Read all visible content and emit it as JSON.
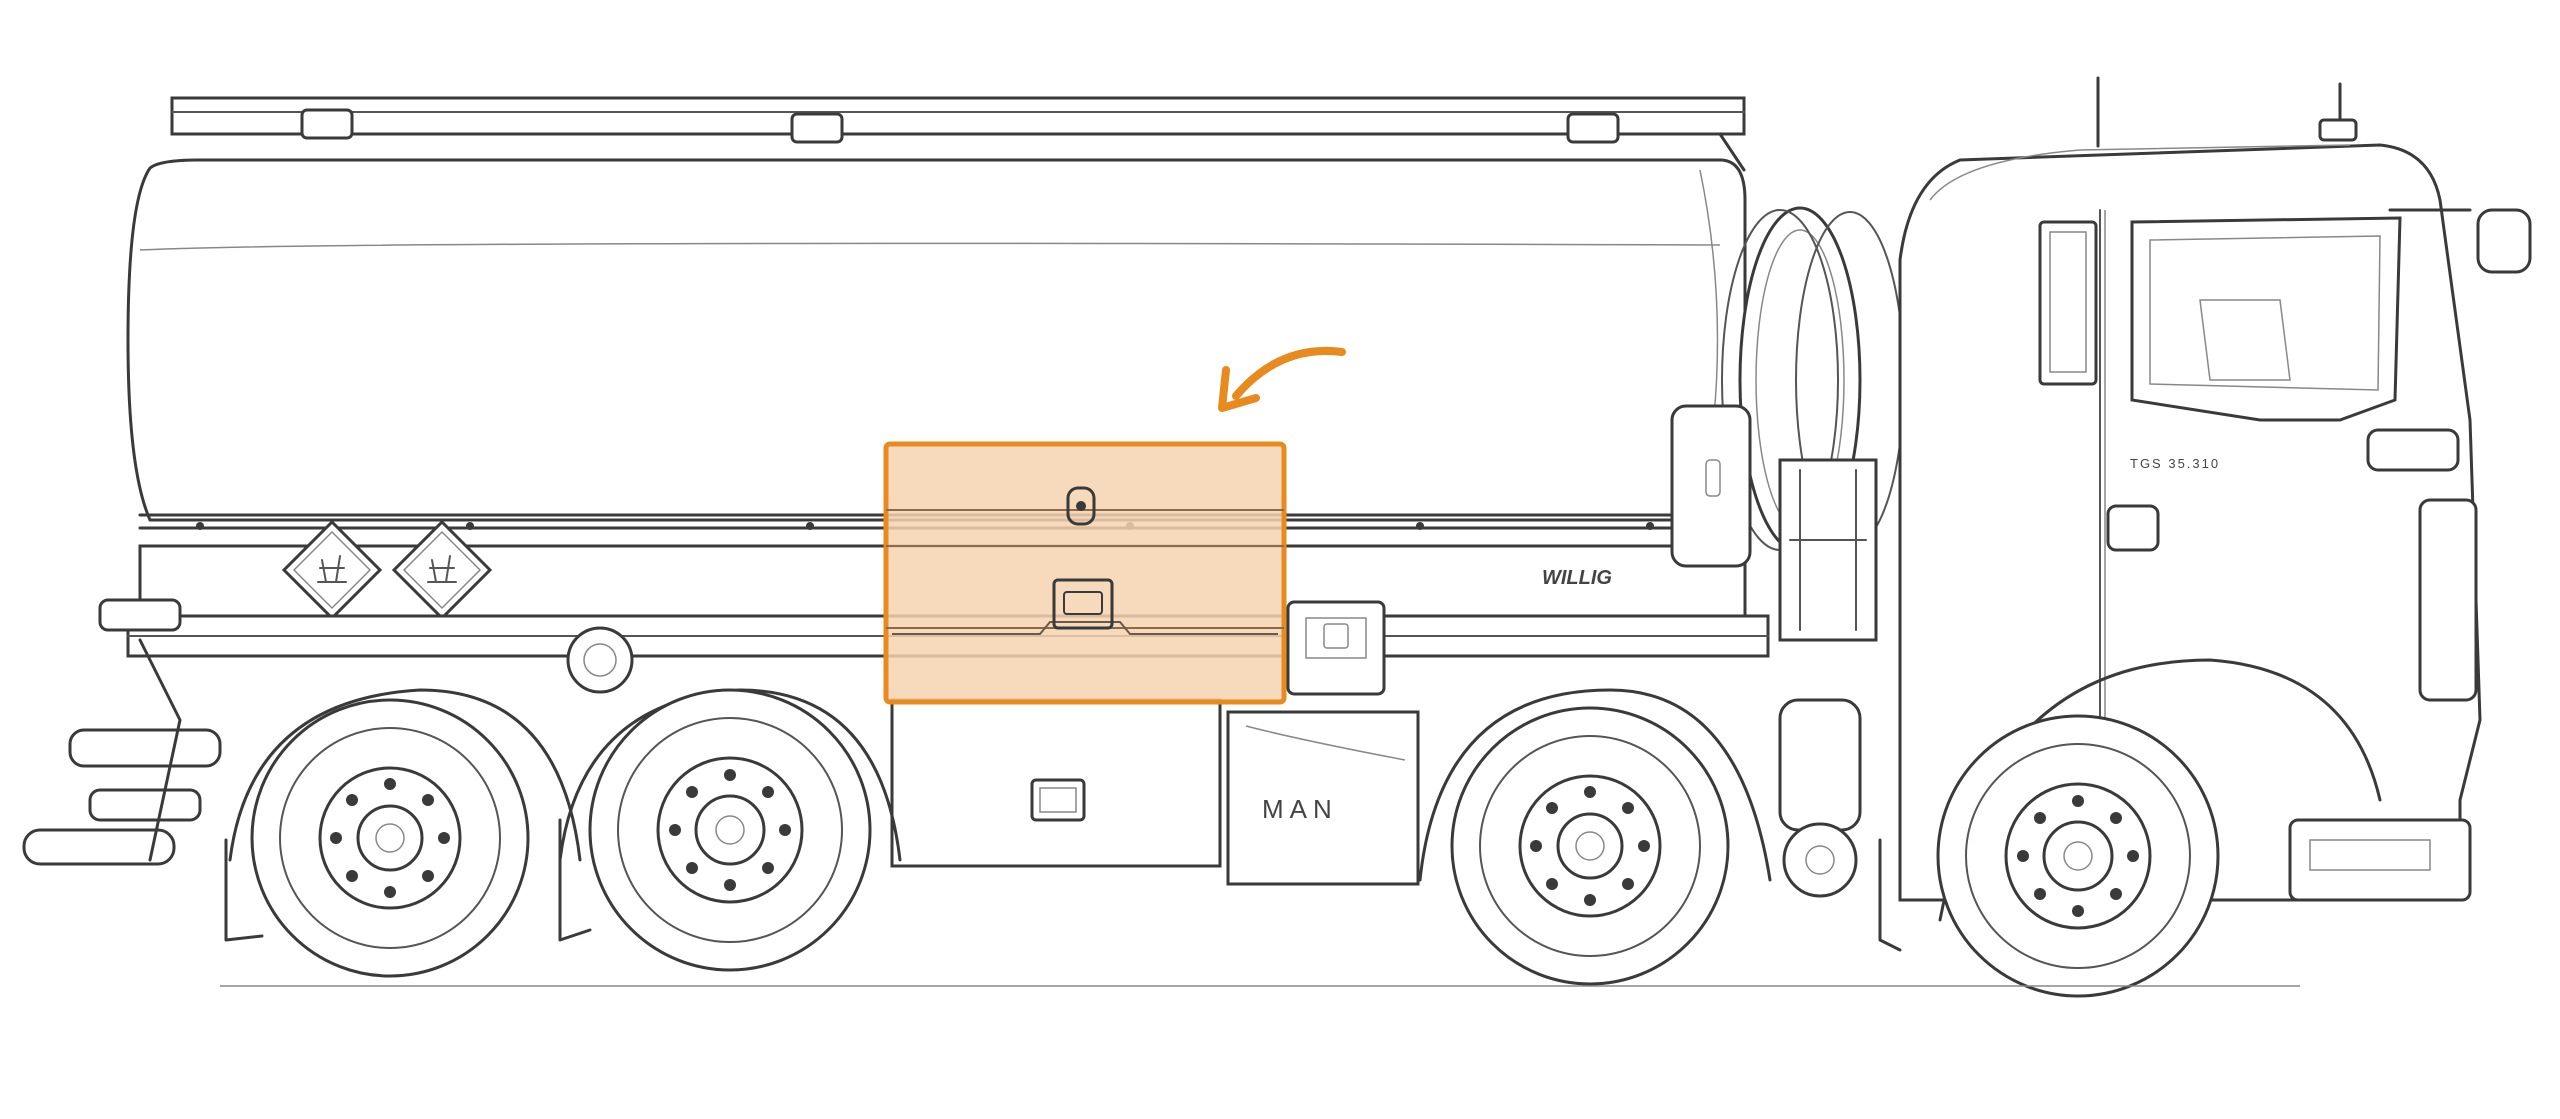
{
  "illustration": {
    "tank_brand": "WILLIG",
    "cab_model": "TGS 35.310",
    "box_brand": "MAN"
  },
  "highlight": {
    "fill_color": "#F6D4B0",
    "stroke_color": "#E88A1E",
    "arrow_color": "#E88A1E"
  },
  "colors": {
    "line": "#3a3a3a",
    "background": "#ffffff"
  }
}
